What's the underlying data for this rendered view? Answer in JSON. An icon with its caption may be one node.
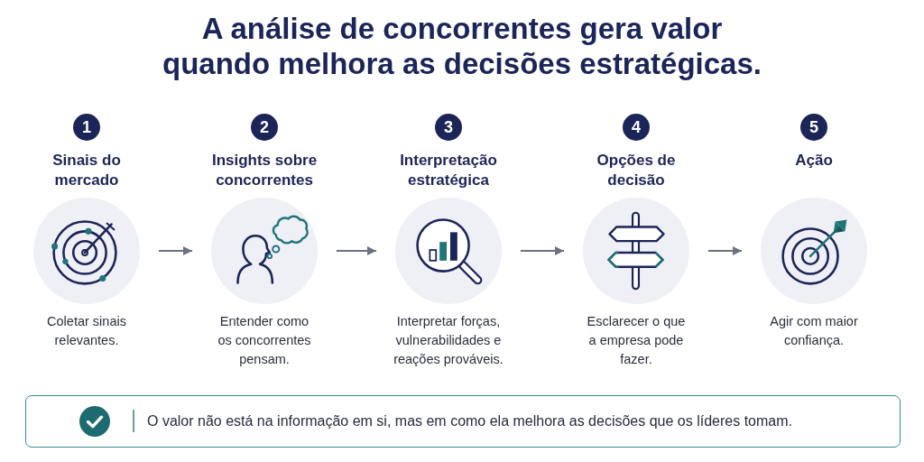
{
  "diagram": {
    "title": "A análise de concorrentes gera valor quando melhora as decisões estratégicas.",
    "nodes": [
      {
        "text": [
          "1"
        ]
      },
      {
        "text": [
          "Sinais do mercado"
        ],
        "beside": [
          "Coletar sinais relevantes."
        ]
      },
      {
        "text": [
          "2"
        ]
      },
      {
        "text": [
          "Insights sobre concorrentes"
        ],
        "beside": [
          "Entender como os concorrentes pensam."
        ]
      },
      {
        "text": [
          "3"
        ]
      },
      {
        "text": [
          "Interpretação estratégica"
        ],
        "beside": [
          "Interpretar forças, vulnerabilidades e reações prováveis."
        ]
      },
      {
        "text": [
          "4"
        ]
      },
      {
        "text": [
          "Opções de decisão"
        ],
        "beside": [
          "Esclarecer o que a empresa pode fazer."
        ]
      },
      {
        "text": [
          "5"
        ]
      },
      {
        "text": [
          "Ação"
        ],
        "beside": [
          "Agir com maior confiança."
        ]
      },
      {
        "text": [
          "O valor não está na informação em si, mas em como ela melhora as decisões que os líderes tomam."
        ]
      }
    ],
    "edges": [
      {
        "from": 1,
        "to": 3,
        "arrow": "to"
      },
      {
        "from": 3,
        "to": 5,
        "arrow": "to"
      },
      {
        "from": 5,
        "to": 7,
        "arrow": "to"
      },
      {
        "from": 7,
        "to": 9,
        "arrow": "to"
      }
    ]
  }
}
